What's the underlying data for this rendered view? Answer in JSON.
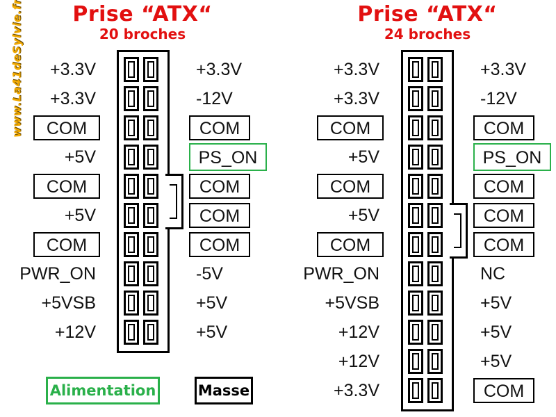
{
  "watermark": "www.La41deSylvie.fr",
  "connectors": [
    {
      "title": "Prise “ATX“",
      "subtitle": "20 broches",
      "rows": [
        {
          "left": "+3.3V",
          "left_type": "plain",
          "right": "+3.3V",
          "right_type": "plain"
        },
        {
          "left": "+3.3V",
          "left_type": "plain",
          "right": "-12V",
          "right_type": "plain"
        },
        {
          "left": "COM",
          "left_type": "ground",
          "right": "COM",
          "right_type": "ground"
        },
        {
          "left": "+5V",
          "left_type": "plain",
          "right": "PS_ON",
          "right_type": "power"
        },
        {
          "left": "COM",
          "left_type": "ground",
          "right": "COM",
          "right_type": "ground"
        },
        {
          "left": "+5V",
          "left_type": "plain",
          "right": "COM",
          "right_type": "ground"
        },
        {
          "left": "COM",
          "left_type": "ground",
          "right": "COM",
          "right_type": "ground"
        },
        {
          "left": "PWR_ON",
          "left_type": "plain",
          "right": "-5V",
          "right_type": "plain"
        },
        {
          "left": "+5VSB",
          "left_type": "plain",
          "right": "+5V",
          "right_type": "plain"
        },
        {
          "left": "+12V",
          "left_type": "plain",
          "right": "+5V",
          "right_type": "plain"
        }
      ]
    },
    {
      "title": "Prise “ATX“",
      "subtitle": "24 broches",
      "rows": [
        {
          "left": "+3.3V",
          "left_type": "plain",
          "right": "+3.3V",
          "right_type": "plain"
        },
        {
          "left": "+3.3V",
          "left_type": "plain",
          "right": "-12V",
          "right_type": "plain"
        },
        {
          "left": "COM",
          "left_type": "ground",
          "right": "COM",
          "right_type": "ground"
        },
        {
          "left": "+5V",
          "left_type": "plain",
          "right": "PS_ON",
          "right_type": "power"
        },
        {
          "left": "COM",
          "left_type": "ground",
          "right": "COM",
          "right_type": "ground"
        },
        {
          "left": "+5V",
          "left_type": "plain",
          "right": "COM",
          "right_type": "ground"
        },
        {
          "left": "COM",
          "left_type": "ground",
          "right": "COM",
          "right_type": "ground"
        },
        {
          "left": "PWR_ON",
          "left_type": "plain",
          "right": "NC",
          "right_type": "plain"
        },
        {
          "left": "+5VSB",
          "left_type": "plain",
          "right": "+5V",
          "right_type": "plain"
        },
        {
          "left": "+12V",
          "left_type": "plain",
          "right": "+5V",
          "right_type": "plain"
        },
        {
          "left": "+12V",
          "left_type": "plain",
          "right": "+5V",
          "right_type": "plain"
        },
        {
          "left": "+3.3V",
          "left_type": "plain",
          "right": "COM",
          "right_type": "ground"
        }
      ]
    }
  ],
  "legend": {
    "power_label": "Alimentation",
    "ground_label": "Masse"
  },
  "colors": {
    "title": "#e21010",
    "power_frame": "#2ab04a",
    "ground_frame": "#000000",
    "watermark": "#f2a900"
  }
}
